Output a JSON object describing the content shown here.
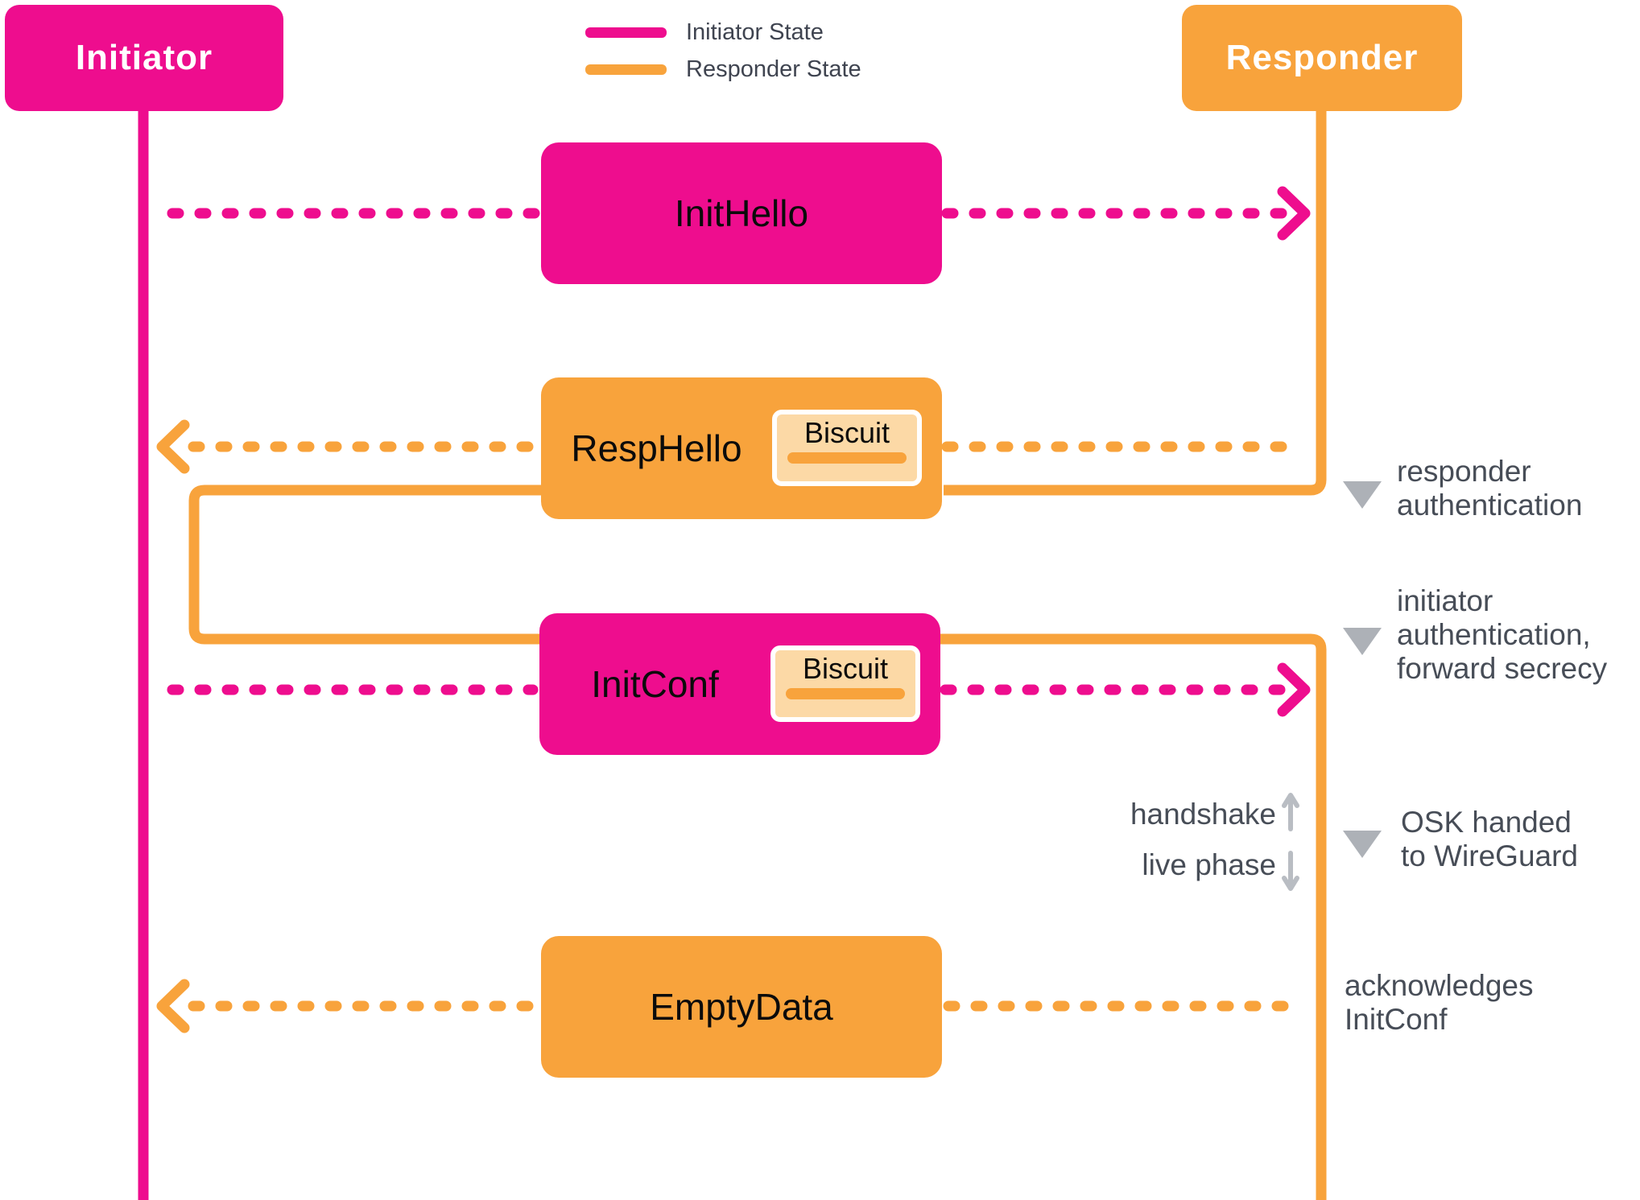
{
  "colors": {
    "initiator_pink": "#EE0D8E",
    "responder_orange": "#F8A33C",
    "biscuit_fill": "#FCD9A6",
    "biscuit_border": "#FFFFFF",
    "annotation_text": "#474D57",
    "marker_triangle_gray": "#ADB1B7",
    "phase_arrow_gray": "#B9BDC3",
    "message_label_black": "#0B0B0B"
  },
  "endpoints": {
    "initiator": "Initiator",
    "responder": "Responder"
  },
  "legend": {
    "items": [
      {
        "label": "Initiator State",
        "color": "#EE0D8E"
      },
      {
        "label": "Responder State",
        "color": "#F8A33C"
      }
    ]
  },
  "messages": [
    {
      "label": "InitHello",
      "from": "initiator",
      "to": "responder",
      "direction": "right",
      "biscuit": null
    },
    {
      "label": "RespHello",
      "from": "responder",
      "to": "initiator",
      "direction": "left",
      "biscuit": "Biscuit"
    },
    {
      "label": "InitConf",
      "from": "initiator",
      "to": "responder",
      "direction": "right",
      "biscuit": "Biscuit"
    },
    {
      "label": "EmptyData",
      "from": "responder",
      "to": "initiator",
      "direction": "left",
      "biscuit": null
    }
  ],
  "annotations": [
    {
      "lines": [
        "responder",
        "authentication"
      ],
      "marker": "triangle"
    },
    {
      "lines": [
        "initiator",
        "authentication,",
        "forward secrecy"
      ],
      "marker": "triangle"
    },
    {
      "lines": [
        "OSK handed",
        "to WireGuard"
      ],
      "marker": "triangle"
    },
    {
      "lines": [
        "acknowledges",
        "InitConf"
      ],
      "marker": "none"
    }
  ],
  "phase": {
    "handshake": "handshake",
    "live": "live phase"
  }
}
